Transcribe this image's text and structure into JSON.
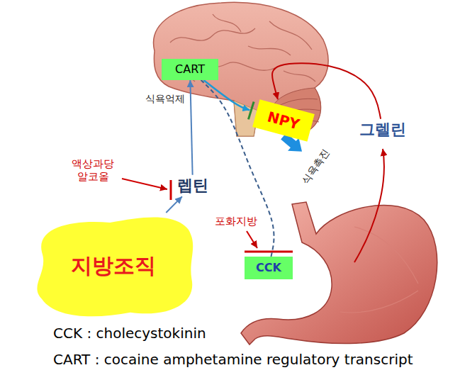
{
  "diagram": {
    "nodes": [
      {
        "text": [
          "CART"
        ]
      },
      {
        "text": [
          "NPY"
        ]
      },
      {
        "text": [
          "그렐린"
        ]
      },
      {
        "text": [
          "렙틴"
        ]
      },
      {
        "text": [
          "지방조직"
        ]
      },
      {
        "text": [
          "CCK"
        ]
      }
    ],
    "edges": [
      {
        "from": 4,
        "to": 3,
        "arrow": "to"
      },
      {
        "from": 3,
        "to": 0,
        "arrow": "to"
      },
      {
        "from": 0,
        "to": 1,
        "arrow": "to"
      },
      {
        "from": 2,
        "to": 1,
        "arrow": "to"
      },
      {
        "from": 5,
        "to": 0,
        "arrow": "none"
      }
    ],
    "labels": [
      "식욕억제",
      "식욕촉진",
      "액상과당 알코올",
      "포화지방",
      "CCK : cholecystokinin",
      "CART : cocaine amphetamine regulatory transcript"
    ]
  }
}
